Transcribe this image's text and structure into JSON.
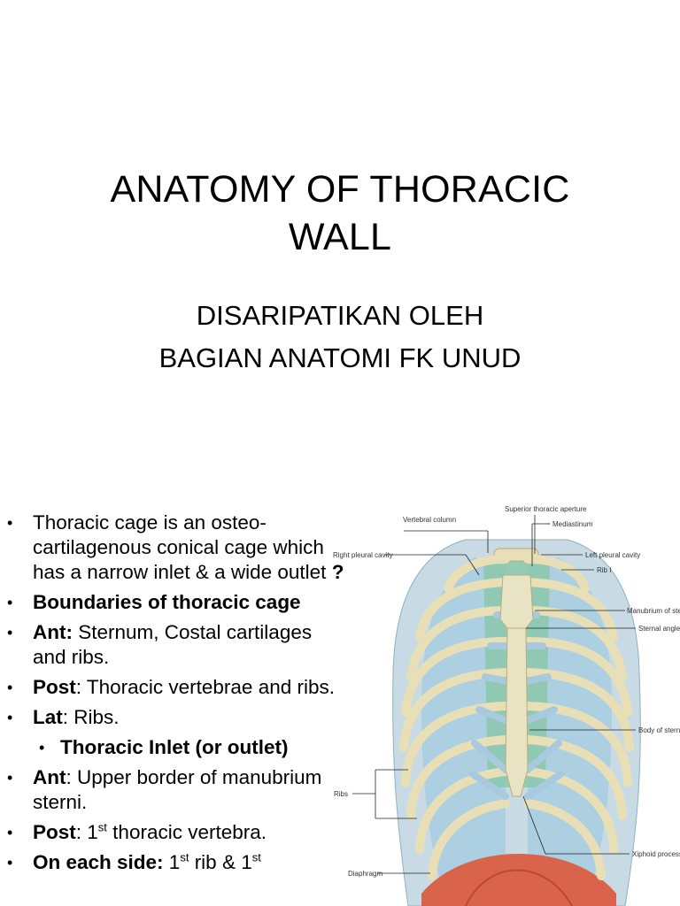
{
  "title_slide": {
    "title_line1": "ANATOMY OF THORACIC",
    "title_line2": "WALL",
    "subtitle_line1": "DISARIPATIKAN OLEH",
    "subtitle_line2": "BAGIAN ANATOMI FK UNUD"
  },
  "content_slide": {
    "bullets": [
      {
        "text": "Thoracic cage is an osteo-cartilagenous conical cage which has a narrow inlet & a wide outlet ",
        "bold_tail": "?"
      },
      {
        "bold": "Boundaries of thoracic cage"
      },
      {
        "bold": "Ant:",
        "text": " Sternum, Costal cartilages and ribs."
      },
      {
        "bold": "Post",
        "text": ": Thoracic vertebrae and ribs."
      },
      {
        "bold": "Lat",
        "text": ": Ribs."
      },
      {
        "bold": "Thoracic Inlet (or outlet)"
      },
      {
        "bold": "Ant",
        "text": ": Upper border of manubrium sterni."
      },
      {
        "bold": "Post",
        "text": ": 1",
        "sup": "st",
        "text2": " thoracic vertebra."
      },
      {
        "bold": "On each side:",
        "text": " 1",
        "sup": "st",
        "text2": " rib & 1",
        "sup2": "st"
      }
    ],
    "figure_labels": {
      "vertebral_column": "Vertebral column",
      "superior_aperture": "Superior thoracic aperture",
      "mediastinum": "Mediastinum",
      "right_pleural": "Right pleural cavity",
      "left_pleural": "Left pleural cavity",
      "rib1": "Rib I",
      "manubrium": "Manubrium of sternum",
      "sternal_angle": "Sternal angle",
      "body_sternum": "Body of sternum",
      "ribs": "Ribs",
      "xiphoid": "Xiphoid process",
      "diaphragm": "Diaphragm"
    },
    "colors": {
      "bone": "#e9dfb6",
      "cartilage": "#a9c9de",
      "lung": "#9ec7dc",
      "mediastinum": "#7fc3a0",
      "diaphragm": "#d9644b"
    }
  }
}
